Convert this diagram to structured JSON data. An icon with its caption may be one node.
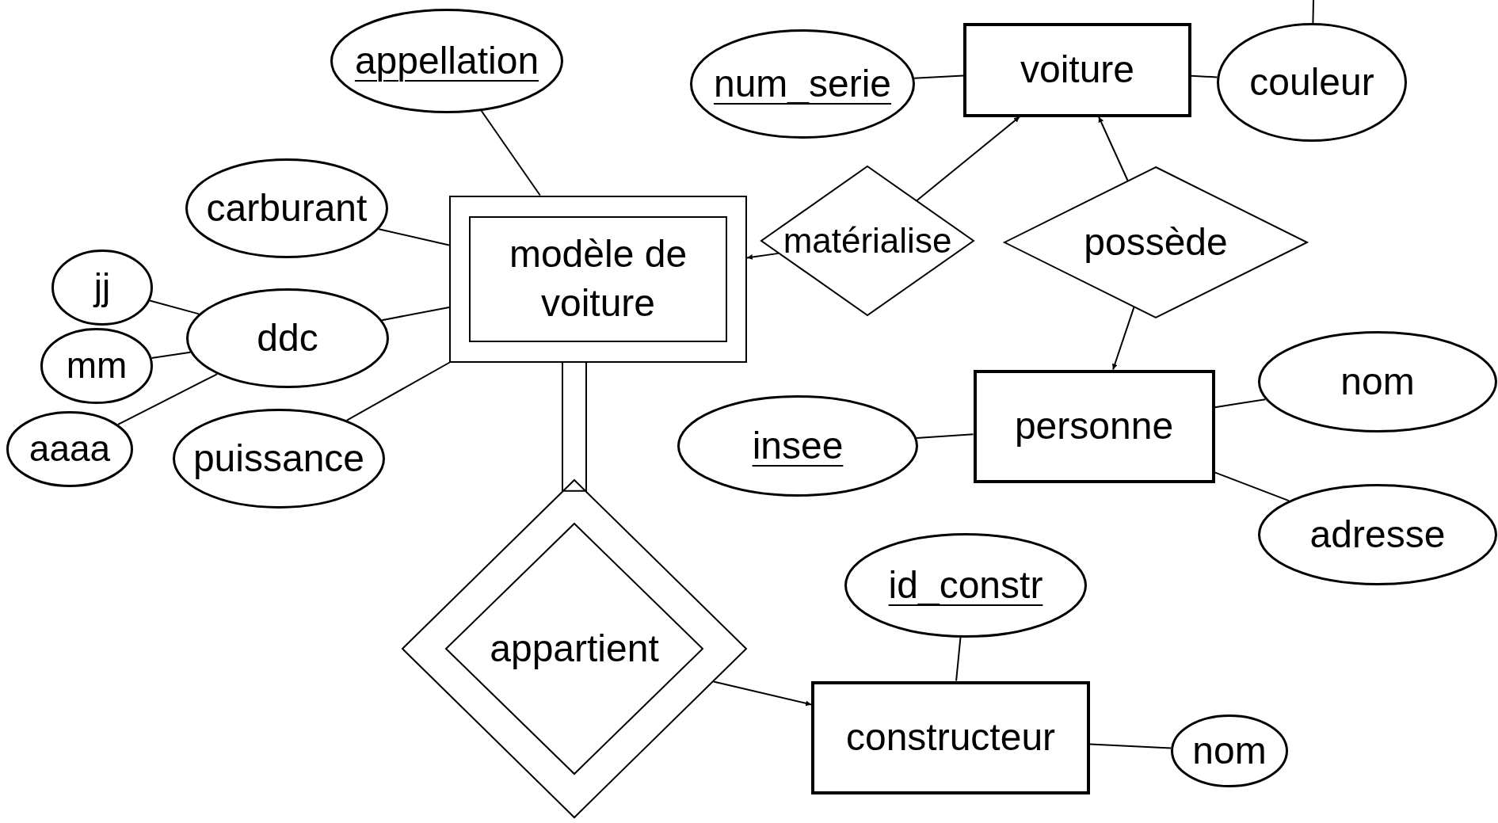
{
  "diagram": {
    "nodes": [
      {
        "text": [
          "appellation"
        ]
      },
      {
        "text": [
          "num_serie"
        ]
      },
      {
        "text": [
          "voiture"
        ]
      },
      {
        "text": [
          "couleur"
        ]
      },
      {
        "text": [
          "carburant"
        ]
      },
      {
        "text": [
          "modèle de voiture"
        ]
      },
      {
        "text": [
          "matérialise"
        ]
      },
      {
        "text": [
          "possède"
        ]
      },
      {
        "text": [
          "jj"
        ]
      },
      {
        "text": [
          "ddc"
        ]
      },
      {
        "text": [
          "mm"
        ]
      },
      {
        "text": [
          "insee"
        ]
      },
      {
        "text": [
          "personne"
        ]
      },
      {
        "text": [
          "nom"
        ]
      },
      {
        "text": [
          "aaaa"
        ]
      },
      {
        "text": [
          "puissance"
        ]
      },
      {
        "text": [
          "adresse"
        ]
      },
      {
        "text": [
          "appartient"
        ]
      },
      {
        "text": [
          "id_constr"
        ]
      },
      {
        "text": [
          "constructeur"
        ]
      },
      {
        "text": [
          "nom"
        ]
      }
    ],
    "edges": [
      {
        "from": 0,
        "to": 5,
        "arrow": "none"
      },
      {
        "from": 1,
        "to": 2,
        "arrow": "none"
      },
      {
        "from": 2,
        "to": 3,
        "arrow": "none"
      },
      {
        "from": null,
        "to": 3,
        "arrow": "none"
      },
      {
        "from": 4,
        "to": 5,
        "arrow": "none"
      },
      {
        "from": 6,
        "to": 2,
        "arrow": "to"
      },
      {
        "from": 6,
        "to": 5,
        "arrow": "to"
      },
      {
        "from": 7,
        "to": 2,
        "arrow": "to"
      },
      {
        "from": 7,
        "to": 12,
        "arrow": "to"
      },
      {
        "from": 8,
        "to": 9,
        "arrow": "none"
      },
      {
        "from": 10,
        "to": 9,
        "arrow": "none"
      },
      {
        "from": 14,
        "to": 9,
        "arrow": "none"
      },
      {
        "from": 9,
        "to": 5,
        "arrow": "none"
      },
      {
        "from": 15,
        "to": 5,
        "arrow": "none"
      },
      {
        "from": 11,
        "to": 12,
        "arrow": "none"
      },
      {
        "from": 12,
        "to": 13,
        "arrow": "none"
      },
      {
        "from": 12,
        "to": 16,
        "arrow": "none"
      },
      {
        "from": 5,
        "to": 17,
        "arrow": "none"
      },
      {
        "from": 17,
        "to": 19,
        "arrow": "to"
      },
      {
        "from": 18,
        "to": 19,
        "arrow": "none"
      },
      {
        "from": 19,
        "to": 20,
        "arrow": "none"
      }
    ]
  }
}
